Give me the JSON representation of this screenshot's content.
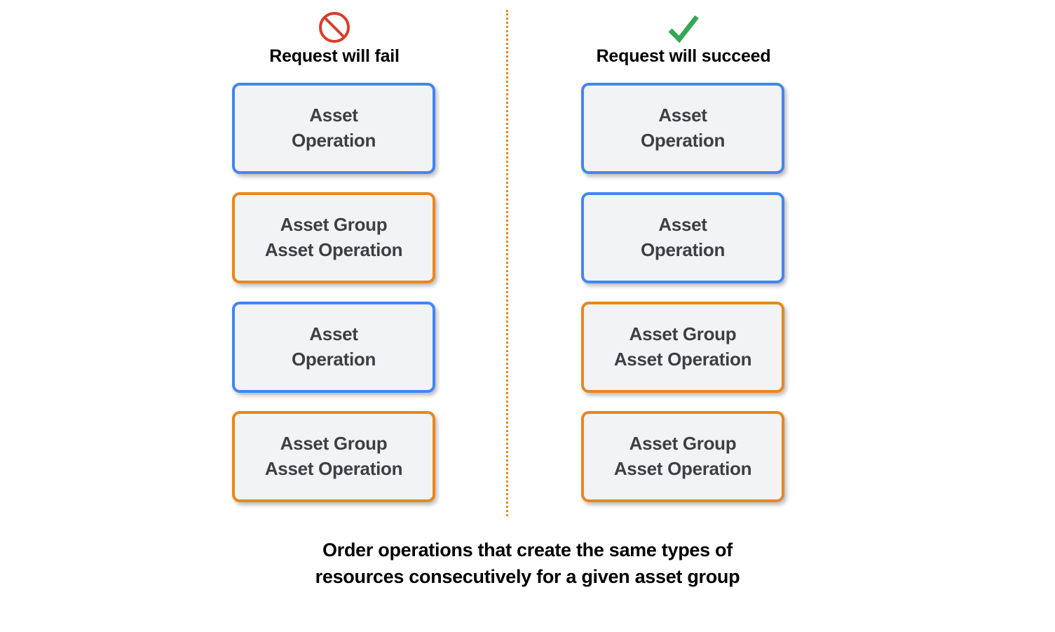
{
  "columns": [
    {
      "id": "fail",
      "icon": "prohibition-icon",
      "icon_color": "#DB3B2B",
      "header": "Request will fail",
      "cards": [
        {
          "type": "blue",
          "color": "#4285F4",
          "lines": [
            "Asset",
            "Operation"
          ]
        },
        {
          "type": "orange",
          "color": "#E8871E",
          "lines": [
            "Asset Group",
            "Asset Operation"
          ]
        },
        {
          "type": "blue",
          "color": "#4285F4",
          "lines": [
            "Asset",
            "Operation"
          ]
        },
        {
          "type": "orange",
          "color": "#E8871E",
          "lines": [
            "Asset Group",
            "Asset Operation"
          ]
        }
      ]
    },
    {
      "id": "succeed",
      "icon": "checkmark-icon",
      "icon_color": "#34A853",
      "header": "Request will succeed",
      "cards": [
        {
          "type": "blue",
          "color": "#4285F4",
          "lines": [
            "Asset",
            "Operation"
          ]
        },
        {
          "type": "blue",
          "color": "#4285F4",
          "lines": [
            "Asset",
            "Operation"
          ]
        },
        {
          "type": "orange",
          "color": "#E8871E",
          "lines": [
            "Asset Group",
            "Asset Operation"
          ]
        },
        {
          "type": "orange",
          "color": "#E8871E",
          "lines": [
            "Asset Group",
            "Asset Operation"
          ]
        }
      ]
    }
  ],
  "divider": {
    "style": "dotted",
    "color": "#E8871E"
  },
  "caption": {
    "lines": [
      "Order operations that create the same types of",
      "resources consecutively for a given asset group"
    ]
  },
  "palette": {
    "blue": "#4285F4",
    "orange": "#E8871E",
    "red": "#DB3B2B",
    "green": "#34A853",
    "card_fill": "#F1F3F4",
    "card_text": "#3C4043",
    "background": "#FFFFFF"
  }
}
